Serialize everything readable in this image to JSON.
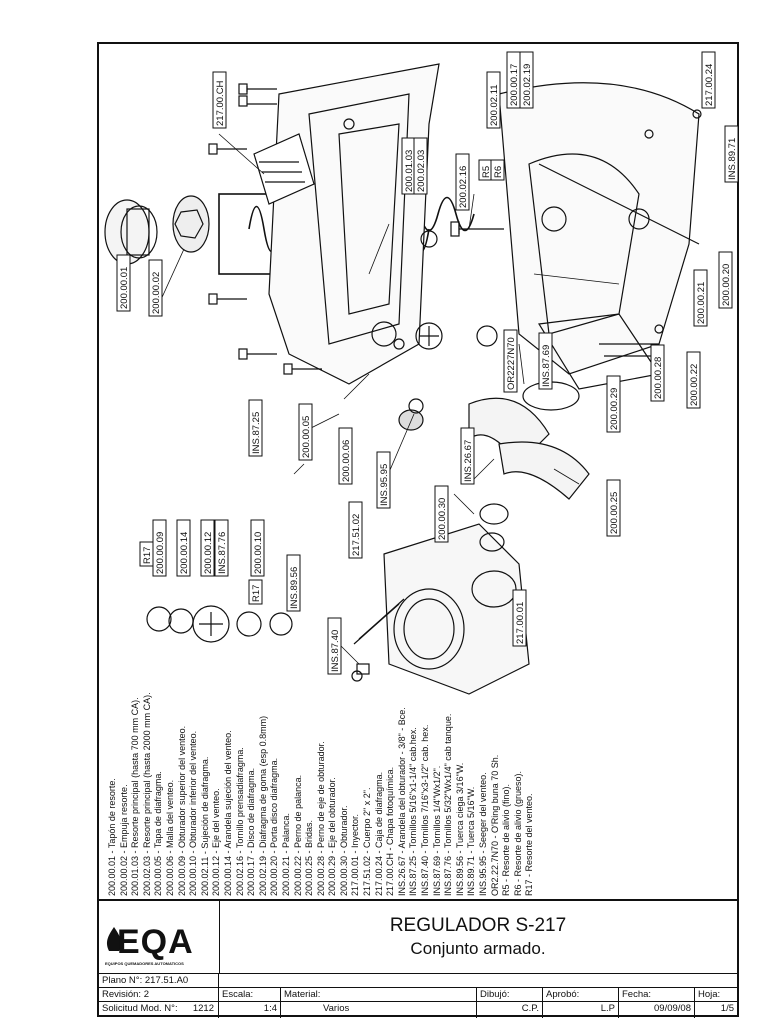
{
  "part_tags": {
    "t1": "200.00.01",
    "t2": "200.00.02",
    "t3": "217.00.CH",
    "t4": "200.01.03",
    "t4b": "200.02.03",
    "t5": "200.02.16",
    "t6": "R5",
    "t7": "R6",
    "t8": "200.02.11",
    "t9": "200.00.17",
    "t10": "200.02.19",
    "t11": "217.00.24",
    "t12": "INS.89.71",
    "t13": "200.00.20",
    "t14": "200.00.21",
    "t15": "200.00.22",
    "t16": "200.00.28",
    "t17": "200.00.29",
    "t18": "INS.87.69",
    "t19": "OR2227N70",
    "t20": "200.00.05",
    "t21": "200.00.06",
    "t22": "INS.87.25",
    "t23": "INS.95.95",
    "t24": "INS.26.67",
    "t25": "200.00.25",
    "t26": "200.00.30",
    "t27": "217.51.02",
    "t28": "217.00.01",
    "t29": "INS.87.40",
    "t30": "R17",
    "t31": "200.00.09",
    "t32": "200.00.14",
    "t33": "200.00.12",
    "t34": "INS.87.76",
    "t35": "200.00.10",
    "t36": "R17",
    "t37": "INS.89.56"
  },
  "legend": [
    "200.00.01 - Tapón de resorte.",
    "200.00.02 - Empuja resorte.",
    "200.01.03 - Resorte principal (hasta 700 mm CA).",
    "200.02.03 - Resorte principal (hasta 2000 mm CA).",
    "200.00.05 - Tapa de diafragma.",
    "200.00.06 - Malla del venteo.",
    "200.00.09 - Obturador superior del venteo.",
    "200.00.10 - Obturador inferior del venteo.",
    "200.02.11 - Sujeción de diafragma.",
    "200.00.12 - Eje del venteo.",
    "200.00.14 - Arandela sujeción del venteo.",
    "200.02.16 - Tornillo prensadiafragma.",
    "200.00.17 - Disco de diafragma.",
    "200.02.19 - Diafragma de goma (esp 0.8mm)",
    "200.00.20 - Porta disco diafragma.",
    "200.00.21 - Palanca.",
    "200.00.22 - Perno de palanca.",
    "200.00.25 - Bridas.",
    "200.00.28 - Perno de eje de obturador.",
    "200.00.29 - Eje del obturador.",
    "200.00.30 - Obturador.",
    "217.00.01 - Inyector.",
    "217.51.02 - Cuerpo 2\" x 2\".",
    "217.00.24 - Caja de diafragma.",
    "217.00.CH - Chapa fotoquímica.",
    "INS.26.67 - Arandela del obturador - 3/8\" - Bce.",
    "INS.87.25 - Tornillos 5/16\"x1-1/4\" cab.hex.",
    "INS.87.40 - Tornillos 7/16\"x3-1/2\" cab. hex.",
    "INS.87.69 - Tornillos 1/4\"Wx1/2\".",
    "INS.87.76 - Tornillos 5/32\"Wx1/4\" cab tanque.",
    "INS.89.56 - Tuerca ciega 3/16\"W.",
    "INS.89.71 - Tuerca 5/16\"W.",
    "INS.95.95 - Seeger del venteo.",
    "OR2.22.7N70 - O'Ring buna 70 Sh.",
    "R5 - Resorte de alivio (fino).",
    "R6 - Resorte de alivio (grueso).",
    "R17 - Resorte del venteo."
  ],
  "title_block": {
    "logo": "EQA",
    "logo_sub": "EQUIPOS QUEMADORES AUTOMATICOS",
    "title": "REGULADOR S-217",
    "subtitle": "Conjunto armado.",
    "plano_label": "Plano N°: 217.51.A0",
    "revision_label": "Revisión: 2",
    "solicitud_label": "Solicitud Mod. N°:",
    "solicitud_value": "1212",
    "escala_label": "Escala:",
    "escala_value": "1:4",
    "material_label": "Material:",
    "material_value": "Varios",
    "dibujo_label": "Dibujó:",
    "dibujo_value": "C.P.",
    "aprobo_label": "Aprobó:",
    "aprobo_value": "L.P",
    "fecha_label": "Fecha:",
    "fecha_value": "09/09/08",
    "hoja_label": "Hoja:",
    "hoja_value": "1/5"
  }
}
